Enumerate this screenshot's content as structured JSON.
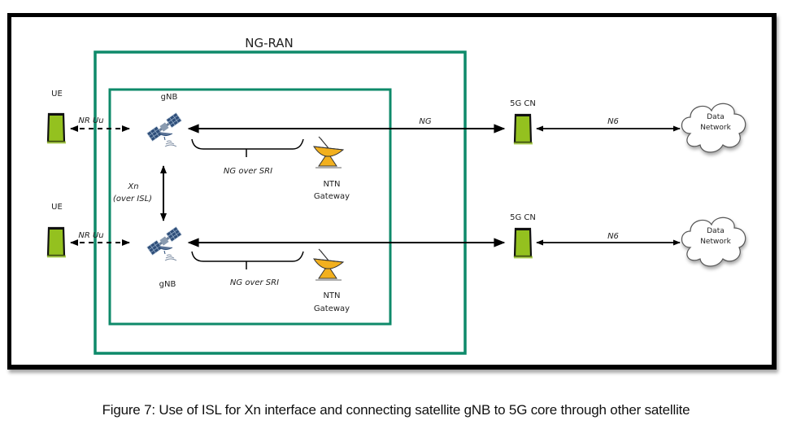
{
  "diagram": {
    "ngran_label": "NG-RAN",
    "top_row": {
      "ue_label": "UE",
      "nr_uu_label": "NR Uu",
      "gnb_label": "gNB",
      "ng_label": "NG",
      "ng_over_sri_label": "NG over SRI",
      "ntn_label_line1": "NTN",
      "ntn_label_line2": "Gateway",
      "cn_label": "5G CN",
      "n6_label": "N6",
      "dn_label_line1": "Data",
      "dn_label_line2": "Network"
    },
    "bottom_row": {
      "ue_label": "UE",
      "nr_uu_label": "NR Uu",
      "gnb_label": "gNB",
      "ng_over_sri_label": "NG over SRI",
      "ntn_label_line1": "NTN",
      "ntn_label_line2": "Gateway",
      "cn_label": "5G CN",
      "n6_label": "N6",
      "dn_label_line1": "Data",
      "dn_label_line2": "Network"
    },
    "xn_label_line1": "Xn",
    "xn_label_line2": "(over ISL)",
    "colors": {
      "ngran_box": "#0e8a6a",
      "device_fill": "#94c11f",
      "gateway_fill": "#f2b01e",
      "satellite": "#3a5a80"
    }
  },
  "caption": "Figure 7: Use of ISL for Xn interface and connecting satellite gNB to 5G core through other satellite"
}
